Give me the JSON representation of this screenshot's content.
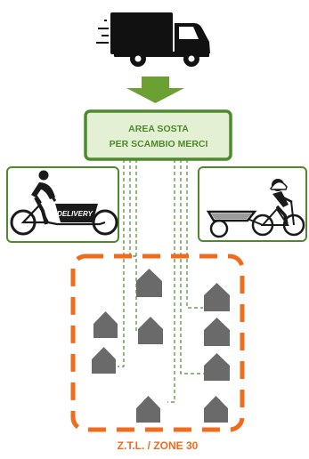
{
  "parking_area": {
    "line1": "AREA SOSTA",
    "line2": "PER SCAMBIO MERCI"
  },
  "cargo_bike": {
    "label": "DELIVERY"
  },
  "zone": {
    "label": "Z.T.L. / ZONE 30"
  },
  "icons": {
    "truck": "delivery-truck-icon",
    "arrow": "down-arrow-icon",
    "cargo_bike": "cargo-bike-rider-icon",
    "trailer_bike": "trailer-bike-rider-icon",
    "house": "house-icon"
  },
  "colors": {
    "green_dark": "#4e8a2c",
    "green_arrow": "#6aa132",
    "box_fill": "#e4f0d4",
    "zone_orange": "#ef6c1e",
    "house_gray": "#6a6a6a"
  }
}
